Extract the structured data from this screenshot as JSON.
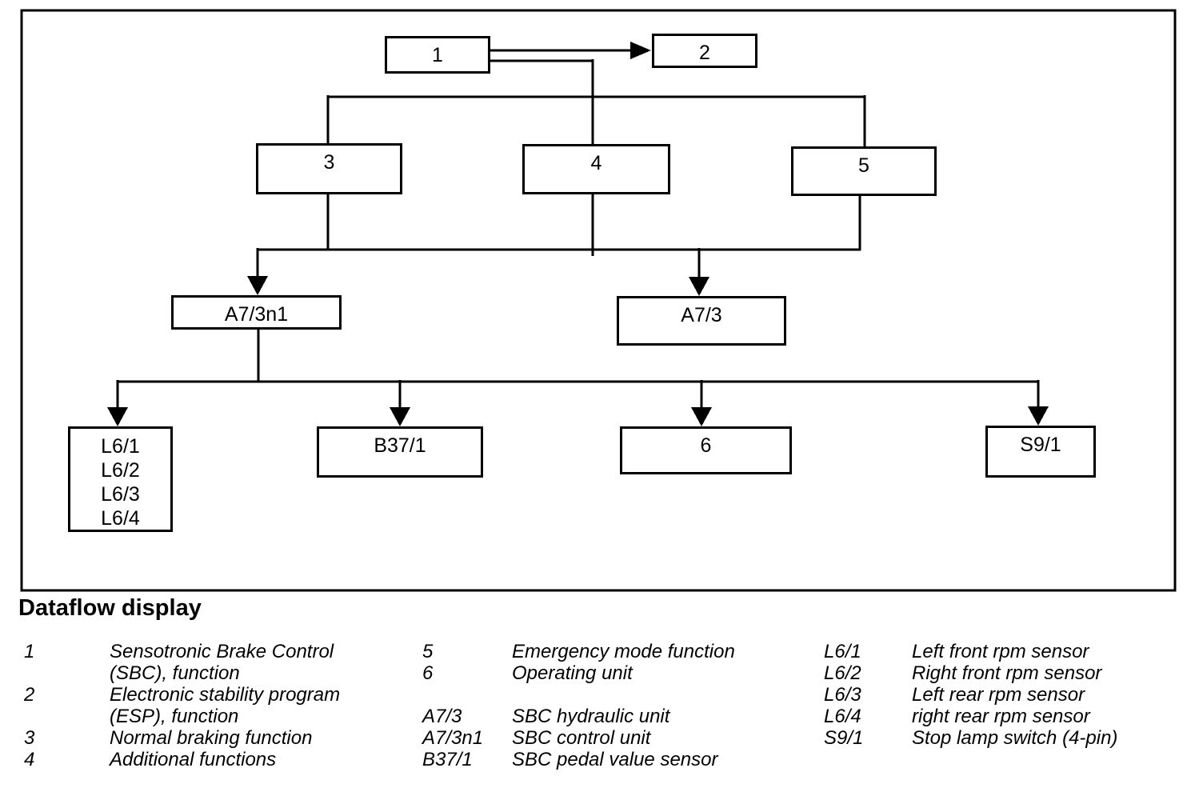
{
  "page_title": "Dataflow display",
  "colors": {
    "line": "#000000",
    "background": "#ffffff"
  },
  "nodes": {
    "n1": {
      "label": "1"
    },
    "n2": {
      "label": "2"
    },
    "n3": {
      "label": "3"
    },
    "n4": {
      "label": "4"
    },
    "n5": {
      "label": "5"
    },
    "a73n1": {
      "label": "A7/3n1"
    },
    "a73": {
      "label": "A7/3"
    },
    "l6": {
      "lines": [
        "L6/1",
        "L6/2",
        "L6/3",
        "L6/4"
      ]
    },
    "b371": {
      "label": "B37/1"
    },
    "n6": {
      "label": "6"
    },
    "s91": {
      "label": "S9/1"
    }
  },
  "connections": [
    "1 -> 2 (arrow)",
    "1 -> 3",
    "1 -> 4",
    "1 -> 5",
    "3/4/5 -> A7/3n1 (arrow)",
    "3/4/5 -> A7/3 (arrow)",
    "A7/3n1 -> L6/1..L6/4 (arrow)",
    "A7/3n1 -> B37/1 (arrow)",
    "A7/3n1 -> 6 (arrow)",
    "A7/3n1 -> S9/1 (arrow)"
  ],
  "legend": {
    "heading": "Dataflow display",
    "columns": [
      {
        "rows": [
          {
            "label": "1",
            "text": "Sensotronic Brake Control"
          },
          {
            "label": "",
            "text": "(SBC), function"
          },
          {
            "label": "2",
            "text": "Electronic stability program"
          },
          {
            "label": "",
            "text": "(ESP), function"
          },
          {
            "label": "3",
            "text": "Normal braking function"
          },
          {
            "label": "4",
            "text": "Additional functions"
          }
        ]
      },
      {
        "rows": [
          {
            "label": "5",
            "text": "Emergency mode function"
          },
          {
            "label": "6",
            "text": "Operating unit"
          },
          {
            "label": "",
            "text": ""
          },
          {
            "label": "A7/3",
            "text": "SBC hydraulic unit"
          },
          {
            "label": "A7/3n1",
            "text": "SBC control unit"
          },
          {
            "label": "B37/1",
            "text": "SBC pedal value sensor"
          }
        ]
      },
      {
        "rows": [
          {
            "label": "L6/1",
            "text": "Left front rpm sensor"
          },
          {
            "label": "L6/2",
            "text": "Right front rpm sensor"
          },
          {
            "label": "L6/3",
            "text": "Left rear rpm sensor"
          },
          {
            "label": "L6/4",
            "text": "right rear rpm sensor"
          },
          {
            "label": "S9/1",
            "text": "Stop lamp switch (4-pin)"
          }
        ]
      }
    ]
  }
}
